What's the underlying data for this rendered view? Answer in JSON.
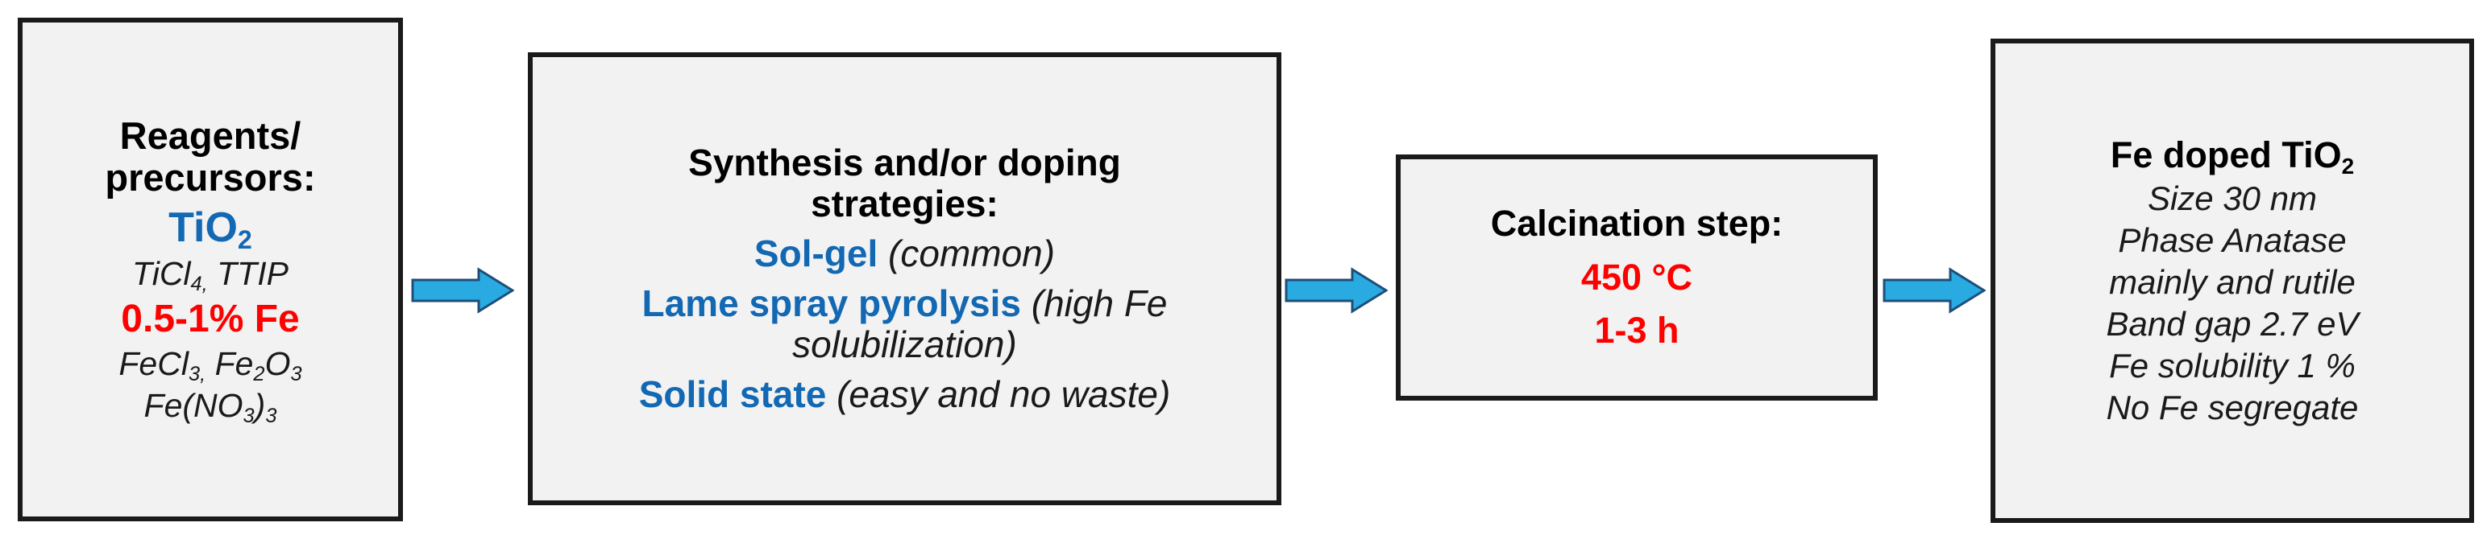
{
  "diagram": {
    "title": "Fe doped TiO2 synthesis flow diagram",
    "colors": {
      "box_fill": "#f2f2f2",
      "box_border": "#1a1a1a",
      "accent_blue": "#1268b3",
      "accent_red": "#ff0000",
      "arrow_fill": "#29abe2",
      "arrow_outline": "#1f4e79",
      "text_black": "#1a1a1a"
    },
    "boxes": [
      {
        "id": "reagents",
        "name": "reagents-precursors-box",
        "lines": [
          {
            "style": "head",
            "text": "Reagents/"
          },
          {
            "style": "head",
            "text": "precursors:"
          },
          {
            "style": "blue",
            "text": "TiO2",
            "base": "TiO",
            "sub": "2"
          },
          {
            "style": "ital",
            "text": "TiCl4, TTIP"
          },
          {
            "style": "red",
            "text": "0.5-1% Fe"
          },
          {
            "style": "ital",
            "text": "FeCl3, Fe2O3"
          },
          {
            "style": "ital",
            "text": "Fe(NO3)3"
          }
        ]
      },
      {
        "id": "synthesis",
        "name": "synthesis-doping-strategies-box",
        "heading_line_1": "Synthesis and/or doping",
        "heading_line_2": "strategies:",
        "strategies": [
          {
            "name": "Sol-gel",
            "note": "(common)",
            "wrap": ""
          },
          {
            "name": "Lame spray pyrolysis",
            "note": "(high Fe",
            "wrap": "solubilization)"
          },
          {
            "name": "Solid state",
            "note": "(easy and no waste)",
            "wrap": ""
          }
        ]
      },
      {
        "id": "calcination",
        "name": "calcination-step-box",
        "heading": "Calcination step:",
        "temperature": "450 °C",
        "duration": "1-3 h"
      },
      {
        "id": "product",
        "name": "fe-doped-tio2-product-box",
        "heading_base": "Fe doped TiO",
        "heading_sub": "2",
        "properties": [
          "Size 30 nm",
          "Phase Anatase",
          "mainly and rutile",
          "Band gap 2.7 eV",
          "Fe solubility 1 %",
          "No Fe segregate"
        ]
      }
    ],
    "arrows": [
      {
        "id": "arrow-1",
        "name": "flow-arrow-reagents-to-synthesis",
        "direction": "right"
      },
      {
        "id": "arrow-2",
        "name": "flow-arrow-synthesis-to-calcination",
        "direction": "right"
      },
      {
        "id": "arrow-3",
        "name": "flow-arrow-calcination-to-product",
        "direction": "right"
      }
    ]
  }
}
